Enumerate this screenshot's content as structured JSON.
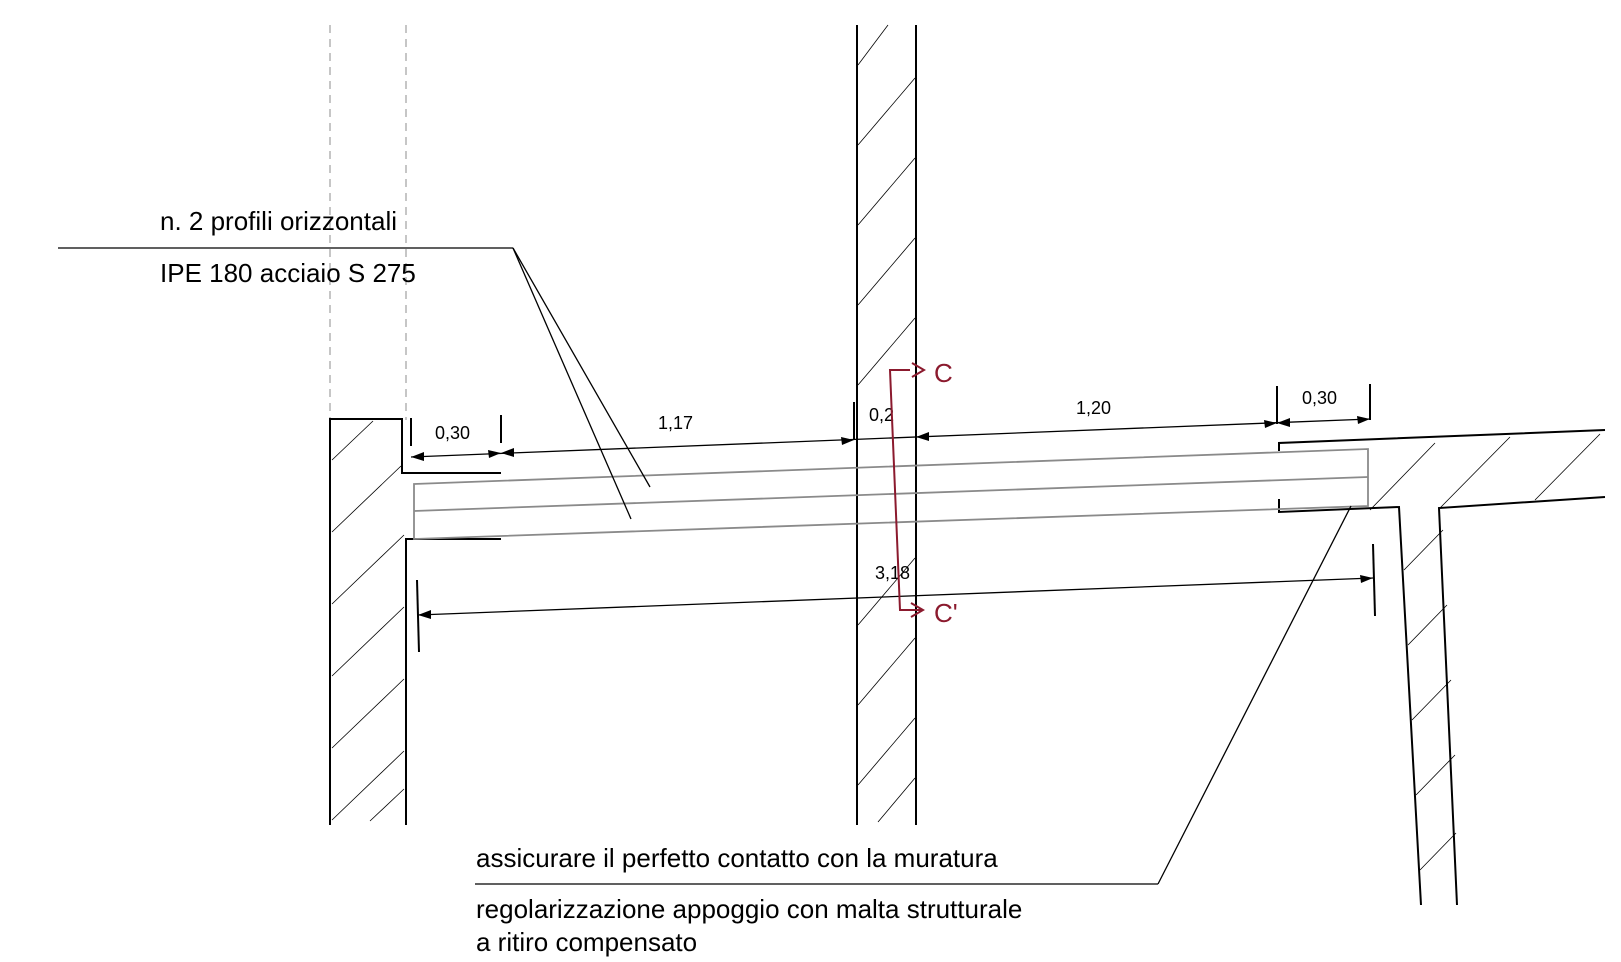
{
  "labels": {
    "beams_line1": "n. 2 profili orizzontali",
    "beams_line2": "IPE 180 acciaio S 275",
    "contact": "assicurare il perfetto contatto con la muratura",
    "mortar_line1": "regolarizzazione appoggio con malta strutturale",
    "mortar_line2": "a ritiro compensato"
  },
  "dimensions": {
    "left_bearing": "0,30",
    "left_span": "1,17",
    "wall_thickness": "0,2",
    "right_span": "1,20",
    "right_bearing": "0,30",
    "total": "3,18"
  },
  "section": {
    "top": "C",
    "bottom": "C'"
  },
  "colors": {
    "section_mark": "#8b1a2e",
    "beam_outline": "#8a8a8a",
    "hidden_line": "#a0a0a0"
  }
}
